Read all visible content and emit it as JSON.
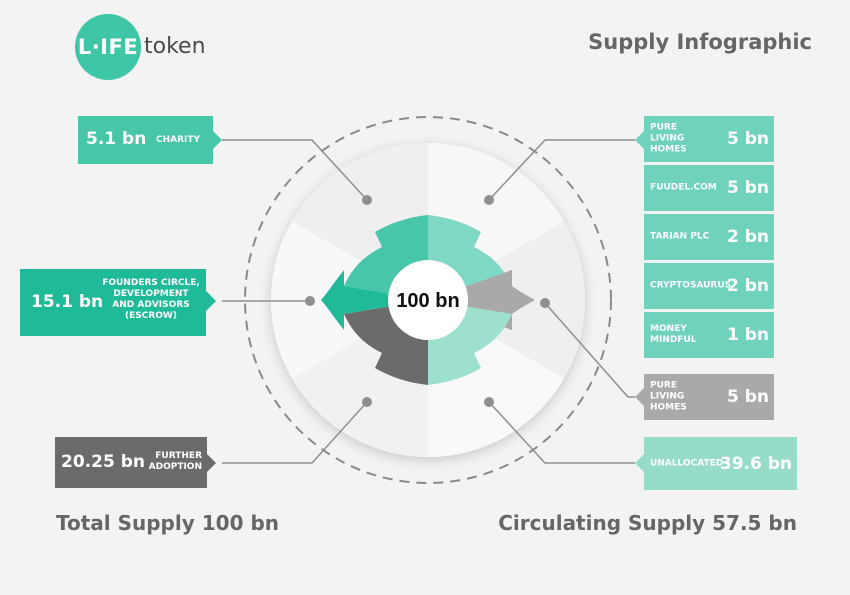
{
  "logo": {
    "mark": "L·IFE",
    "word": "token"
  },
  "title": "Supply Infographic",
  "center": {
    "label": "100 bn"
  },
  "left_boxes": {
    "charity": {
      "value": "5.1 bn",
      "label": "CHARITY",
      "color": "#47c6a8"
    },
    "founders": {
      "value": "15.1 bn",
      "label": "FOUNDERS CIRCLE, DEVELOPMENT AND ADVISORS (ESCROW)",
      "color": "#1fbb98"
    },
    "adoption": {
      "value": "20.25 bn",
      "label": "FURTHER ADOPTION",
      "color": "#6b6b6b"
    }
  },
  "right_boxes": {
    "pure_living": {
      "label": "PURE LIVING HOMES",
      "value": "5 bn",
      "color": "#6fd3bb"
    },
    "fuudel": {
      "label": "FUUDEL.COM",
      "value": "5 bn",
      "color": "#6fd3bb"
    },
    "tarian": {
      "label": "TARIAN PLC",
      "value": "2 bn",
      "color": "#6fd3bb"
    },
    "cryptosaurus": {
      "label": "CRYPTOSAURUS",
      "value": "2 bn",
      "color": "#6fd3bb"
    },
    "money": {
      "label": "MONEY MINDFUL",
      "value": "1 bn",
      "color": "#6fd3bb"
    },
    "pure_living_2": {
      "label": "PURE LIVING HOMES",
      "value": "5 bn",
      "color": "#a9a9a9"
    },
    "unallocated": {
      "label": "UNALLOCATED",
      "value": "39.6 bn",
      "color": "#96dcc9"
    }
  },
  "footer": {
    "total": "Total Supply  100 bn",
    "circulating": "Circulating Supply  57.5 bn"
  }
}
